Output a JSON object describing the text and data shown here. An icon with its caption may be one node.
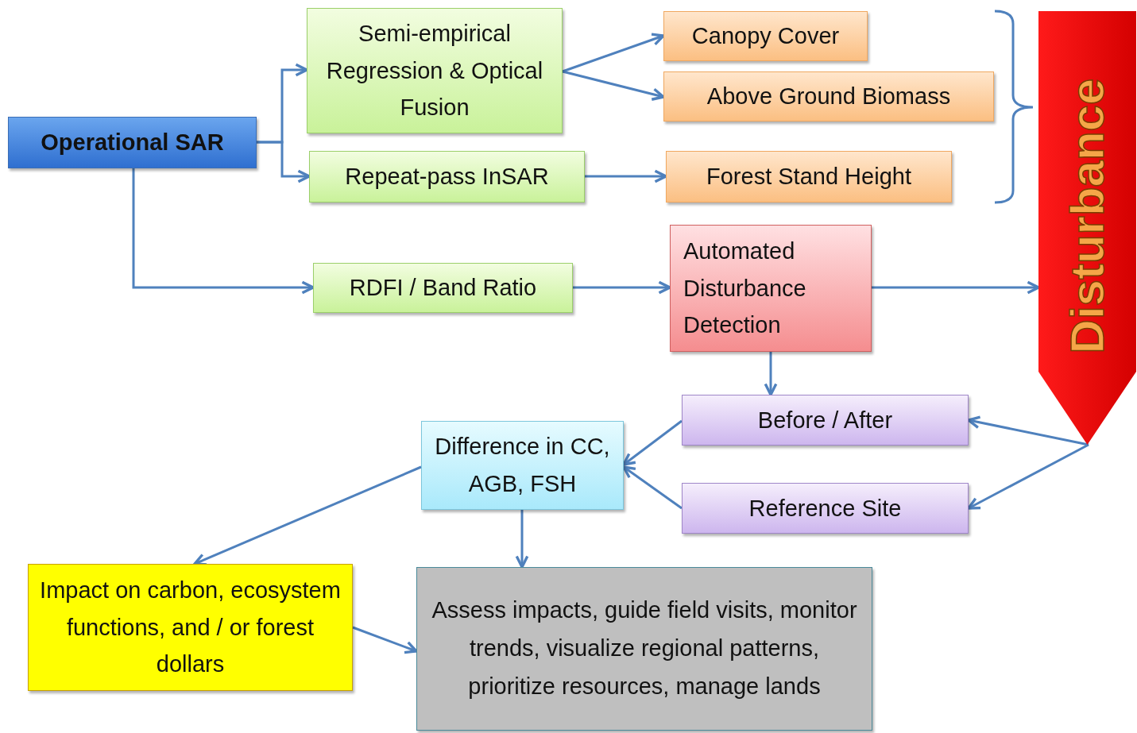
{
  "diagram": {
    "nodes": [
      {
        "text": [
          "Operational SAR"
        ]
      },
      {
        "text": [
          "Semi-empirical Regression & Optical Fusion"
        ]
      },
      {
        "text": [
          "Repeat-pass InSAR"
        ]
      },
      {
        "text": [
          "Canopy Cover"
        ]
      },
      {
        "text": [
          "Above Ground Biomass"
        ]
      },
      {
        "text": [
          "Forest Stand Height"
        ]
      },
      {
        "text": [
          "RDFI / Band Ratio"
        ]
      },
      {
        "text": [
          "Automated Disturbance Detection"
        ]
      },
      {
        "text": [
          "Disturbance"
        ]
      },
      {
        "text": [
          "Before / After"
        ]
      },
      {
        "text": [
          "Reference Site"
        ]
      },
      {
        "text": [
          "Difference in CC, AGB, FSH"
        ]
      },
      {
        "text": [
          "Impact on carbon, ecosystem functions, and / or forest dollars"
        ]
      },
      {
        "text": [
          "Assess impacts, guide field visits, monitor trends, visualize regional patterns, prioritize resources, manage lands"
        ]
      }
    ],
    "edges": [
      {
        "from": 0,
        "to": 1,
        "arrow": "to"
      },
      {
        "from": 0,
        "to": 2,
        "arrow": "to"
      },
      {
        "from": 0,
        "to": 6,
        "arrow": "to"
      },
      {
        "from": 1,
        "to": 3,
        "arrow": "to"
      },
      {
        "from": 1,
        "to": 4,
        "arrow": "to"
      },
      {
        "from": 2,
        "to": 5,
        "arrow": "to"
      },
      {
        "from": 6,
        "to": 7,
        "arrow": "to"
      },
      {
        "from": 7,
        "to": 8,
        "arrow": "to"
      },
      {
        "from": 7,
        "to": 9,
        "arrow": "to"
      },
      {
        "from": 8,
        "to": 9,
        "arrow": "to"
      },
      {
        "from": 8,
        "to": 10,
        "arrow": "to"
      },
      {
        "from": 9,
        "to": 11,
        "arrow": "to"
      },
      {
        "from": 10,
        "to": 11,
        "arrow": "to"
      },
      {
        "from": 11,
        "to": 12,
        "arrow": "to"
      },
      {
        "from": 11,
        "to": 13,
        "arrow": "to"
      },
      {
        "from": 12,
        "to": 13,
        "arrow": "to"
      }
    ]
  }
}
